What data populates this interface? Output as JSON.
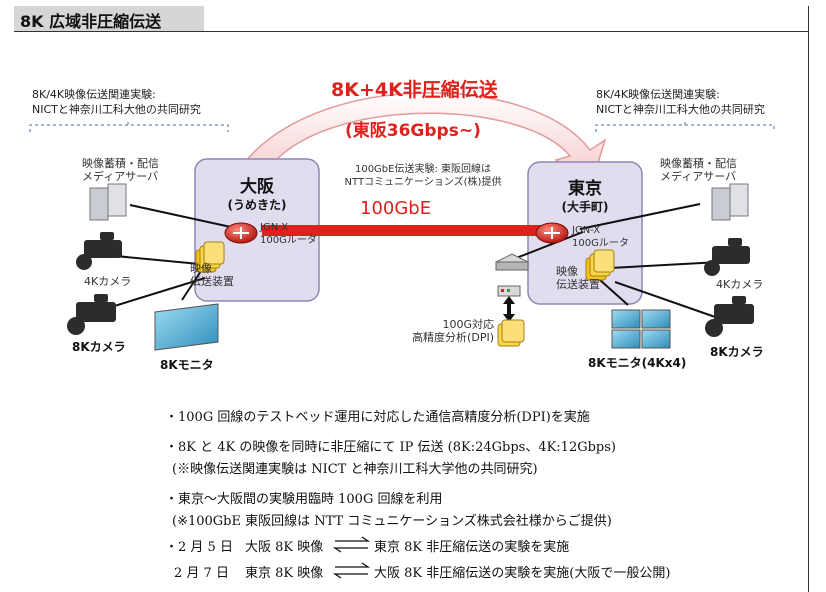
{
  "header": {
    "title": "8K 広域非圧縮伝送"
  },
  "collab_note": {
    "left": {
      "line1": "8K/4K映像伝送関連実験:",
      "line2": "NICTと神奈川工科大他の共同研究"
    },
    "right": {
      "line1": "8K/4K映像伝送関連実験:",
      "line2": "NICTと神奈川工科大他の共同研究"
    }
  },
  "banner": {
    "main": "8K+4K非圧縮伝送",
    "sub": "(東阪36Gbps~)"
  },
  "link_note": {
    "line1": "100GbE伝送実験: 東阪回線は",
    "line2": "NTTコミュニケーションズ(株)提供"
  },
  "link_label": "100GbE",
  "osaka": {
    "title": "大阪",
    "subtitle": "(うめきた)",
    "router_line1": "JGN-X",
    "router_line2": "100Gルータ",
    "device_line1": "映像",
    "device_line2": "伝送装置",
    "server_line1": "映像蓄積・配信",
    "server_line2": "メディアサーバ",
    "camera4k": "4Kカメラ",
    "camera8k": "8Kカメラ",
    "monitor": "8Kモニタ"
  },
  "tokyo": {
    "title": "東京",
    "subtitle": "(大手町)",
    "router_line1": "JGN-X",
    "router_line2": "100Gルータ",
    "device_line1": "映像",
    "device_line2": "伝送装置",
    "server_line1": "映像蓄積・配信",
    "server_line2": "メディアサーバ",
    "camera4k": "4Kカメラ",
    "camera8k": "8Kカメラ",
    "monitor": "8Kモニタ(4Kx4)"
  },
  "dpi": {
    "line1": "100G対応",
    "line2": "高精度分析(DPI)"
  },
  "bullets": {
    "b1": "・100G 回線のテストベッド運用に対応した通信高精度分析(DPI)を実施",
    "b2": "・8K と 4K の映像を同時に非圧縮にて IP 伝送 (8K:24Gbps、4K:12Gbps)",
    "b2_note": "(※映像伝送関連実験は NICT と神奈川工科大学他の共同研究)",
    "b3": "・東京～大阪間の実験用臨時 100G 回線を利用",
    "b3_note": "(※100GbE 東阪回線は NTT コミュニケーションズ株式会社様からご提供)",
    "feb5_date": "・2 月 5 日",
    "feb5_from": "大阪 8K 映像",
    "feb5_to": "東京 8K 非圧縮伝送の実験を実施",
    "feb7_date": "2 月 7 日",
    "feb7_from": "東京 8K 映像",
    "feb7_to": "大阪 8K 非圧縮伝送の実験を実施(大阪で一般公開)"
  },
  "colors": {
    "red": "#e0201a",
    "box_fill": "#e2dcef",
    "box_border": "#8f86b4",
    "title_bar": "#d6d6d6"
  }
}
